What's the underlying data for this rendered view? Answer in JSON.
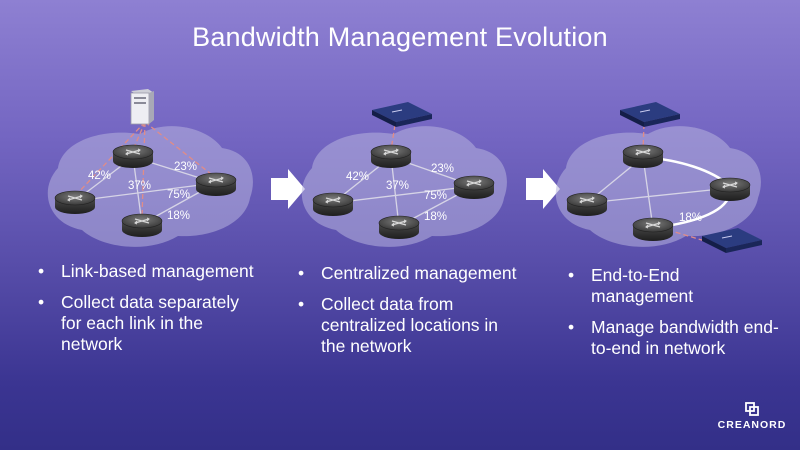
{
  "slide": {
    "title": "Bandwidth Management Evolution",
    "colors": {
      "background_top": "#8e80d2",
      "background_bottom": "#332f88",
      "cloud": "#b6b2de",
      "dashed_link": "#e08c88",
      "solid_link": "#d6d4e6",
      "highlight_path": "#ffffff",
      "controller": "#1e2f6e"
    }
  },
  "panels": [
    {
      "label_42": "42%",
      "label_37": "37%",
      "label_23": "23%",
      "label_75": "75%",
      "label_18": "18%",
      "icon": "server-tower-icon",
      "bullets": [
        "Link-based management",
        "Collect data separately for each link in the network"
      ]
    },
    {
      "label_42": "42%",
      "label_37": "37%",
      "label_23": "23%",
      "label_75": "75%",
      "label_18": "18%",
      "icon": "controller-appliance-icon",
      "bullets": [
        "Centralized management",
        "Collect data from centralized locations in the network"
      ]
    },
    {
      "label_18": "18%",
      "icon": "controller-appliance-icon",
      "bullets": [
        "End-to-End management",
        "Manage bandwidth end-to-end in network"
      ]
    }
  ],
  "logo": {
    "text": "CREANORD",
    "icon": "creanord-logo-icon"
  }
}
